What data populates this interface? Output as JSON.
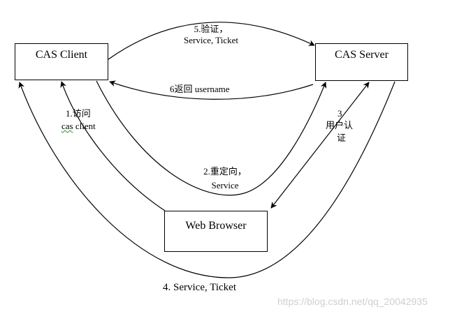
{
  "nodes": {
    "client": "CAS Client",
    "server": "CAS Server",
    "browser": "Web Browser"
  },
  "edges": {
    "step5_line1": "5.验证，",
    "step5_line2": "Service, Ticket",
    "step6": "6返回 username",
    "step1_line1": "1.访问",
    "step1_line2_word": "cas",
    "step1_line2_rest": " client",
    "step3_line1": "3",
    "step3_line2": "用户认",
    "step3_line3": "证",
    "step2_line1": "2.重定向，",
    "step2_line2": "Service",
    "step4": "4. Service, Ticket"
  },
  "watermark": "https://blog.csdn.net/qq_20042935"
}
